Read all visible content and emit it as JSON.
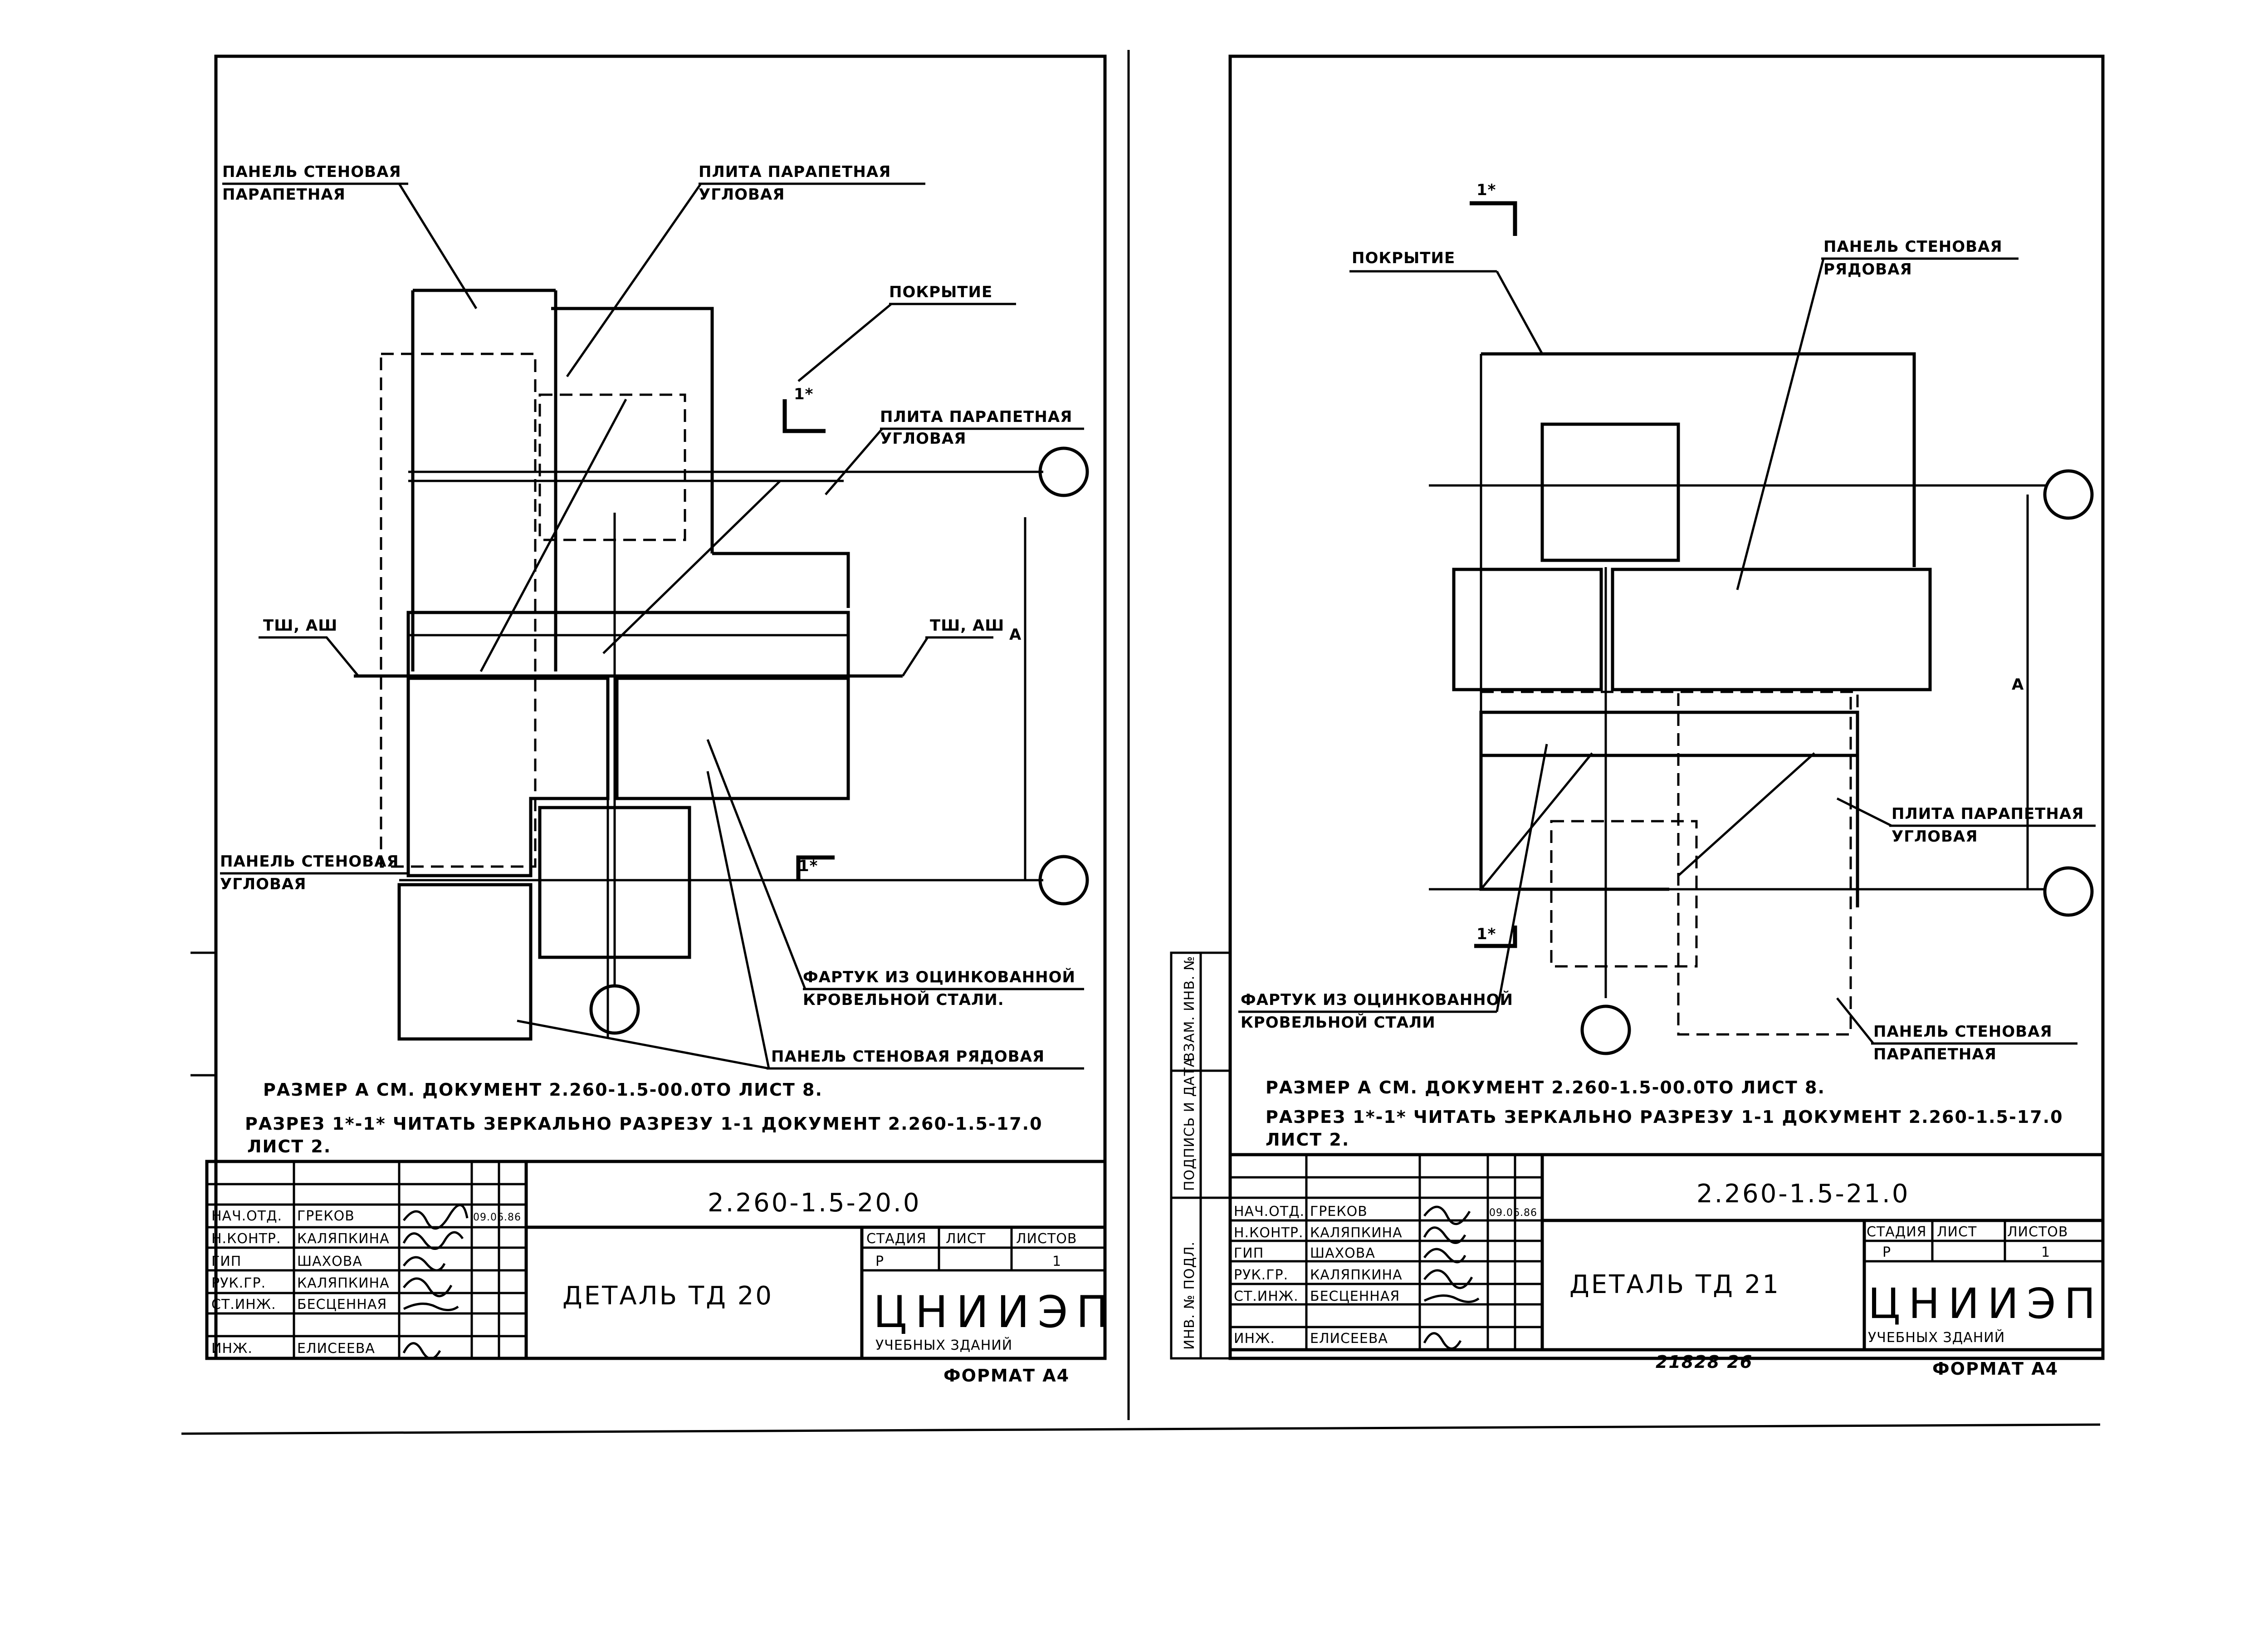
{
  "sheets": [
    {
      "labels": {
        "panel_parapet": [
          "ПАНЕЛЬ СТЕНОВАЯ",
          "ПАРАПЕТНАЯ"
        ],
        "slab_corner_top": [
          "ПЛИТА ПАРАПЕТНАЯ",
          "УГЛОВАЯ"
        ],
        "cover": "ПОКРЫТИЕ",
        "slab_corner_right": [
          "ПЛИТА ПАРАПЕТНАЯ",
          "УГЛОВАЯ"
        ],
        "tsh_left": "ТШ, АШ",
        "tsh_right": "ТШ, АШ",
        "panel_corner": [
          "ПАНЕЛЬ СТЕНОВАЯ",
          "УГЛОВАЯ"
        ],
        "apron": [
          "ФАРТУК ИЗ ОЦИНКОВАННОЙ",
          "КРОВЕЛЬНОЙ СТАЛИ."
        ],
        "panel_row": "ПАНЕЛЬ СТЕНОВАЯ РЯДОВАЯ",
        "section_top": "1*",
        "section_bottom": "1*",
        "dim_a": "А"
      },
      "notes": [
        "РАЗМЕР А СМ. ДОКУМЕНТ 2.260-1.5-00.0ТО ЛИСТ 8.",
        "РАЗРЕЗ 1*-1* ЧИТАТЬ ЗЕРКАЛЬНО РАЗРЕЗУ 1-1 ДОКУМЕНТ 2.260-1.5-17.0",
        "ЛИСТ 2."
      ],
      "title_block": {
        "doc_code": "2.260-1.5-20.0",
        "title": "ДЕТАЛЬ ТД 20",
        "roles": [
          "НАЧ.ОТД.",
          "Н.КОНТР.",
          "ГИП",
          "РУК.ГР.",
          "СТ.ИНЖ.",
          "ИНЖ."
        ],
        "names": [
          "ГРЕКОВ",
          "КАЛЯПКИНА",
          "ШАХОВА",
          "КАЛЯПКИНА",
          "БЕСЦЕННАЯ",
          "ЕЛИСЕЕВА"
        ],
        "date": "09.06.86",
        "stage_header": "СТАДИЯ",
        "sheet_header": "ЛИСТ",
        "sheets_header": "ЛИСТОВ",
        "stage": "Р",
        "sheets": "1",
        "org": "ЦНИИЭП",
        "org_sub": "УЧЕБНЫХ ЗДАНИЙ"
      },
      "format": "ФОРМАТ А4"
    },
    {
      "labels": {
        "section_top": "1*",
        "section_bottom": "1*",
        "cover": "ПОКРЫТИЕ",
        "panel_row": [
          "ПАНЕЛЬ СТЕНОВАЯ",
          "РЯДОВАЯ"
        ],
        "slab_corner": [
          "ПЛИТА ПАРАПЕТНАЯ",
          "УГЛОВАЯ"
        ],
        "apron": [
          "ФАРТУК ИЗ ОЦИНКОВАННОЙ",
          "КРОВЕЛЬНОЙ СТАЛИ"
        ],
        "panel_parapet": [
          "ПАНЕЛЬ СТЕНОВАЯ",
          "ПАРАПЕТНАЯ"
        ],
        "dim_a": "А"
      },
      "notes": [
        "РАЗМЕР А СМ. ДОКУМЕНТ 2.260-1.5-00.0ТО ЛИСТ 8.",
        "РАЗРЕЗ 1*-1* ЧИТАТЬ ЗЕРКАЛЬНО РАЗРЕЗУ 1-1 ДОКУМЕНТ 2.260-1.5-17.0",
        "ЛИСТ 2."
      ],
      "side_stamp": [
        "ВЗАМ. ИНВ. №",
        "ПОДПИСЬ И ДАТА",
        "ИНВ. № ПОДЛ."
      ],
      "title_block": {
        "doc_code": "2.260-1.5-21.0",
        "title": "ДЕТАЛЬ ТД 21",
        "roles": [
          "НАЧ.ОТД.",
          "Н.КОНТР.",
          "ГИП",
          "РУК.ГР.",
          "СТ.ИНЖ.",
          "ИНЖ."
        ],
        "names": [
          "ГРЕКОВ",
          "КАЛЯПКИНА",
          "ШАХОВА",
          "КАЛЯПКИНА",
          "БЕСЦЕННАЯ",
          "ЕЛИСЕЕВА"
        ],
        "date": "09.06.86",
        "stage_header": "СТАДИЯ",
        "sheet_header": "ЛИСТ",
        "sheets_header": "ЛИСТОВ",
        "stage": "Р",
        "sheets": "1",
        "org": "ЦНИИЭП",
        "org_sub": "УЧЕБНЫХ ЗДАНИЙ"
      },
      "inventory": "21828   26",
      "format": "ФОРМАТ А4"
    }
  ]
}
